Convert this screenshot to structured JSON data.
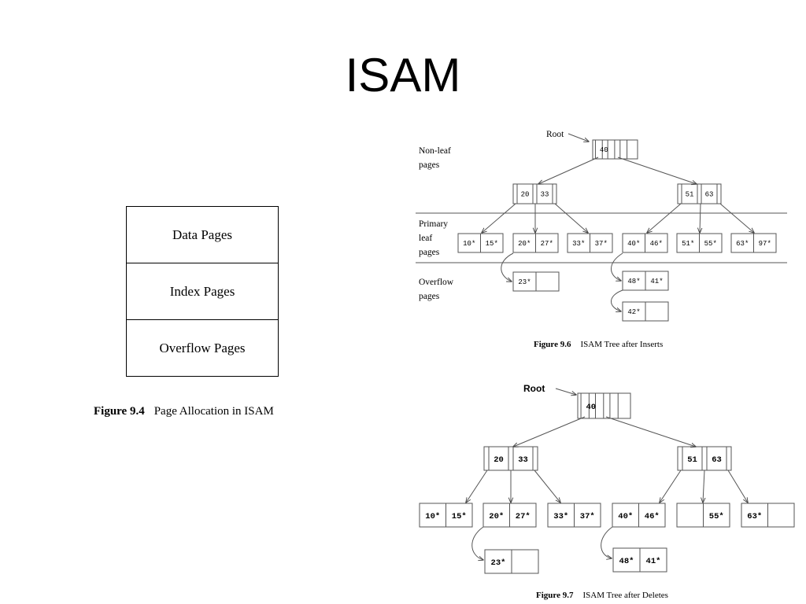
{
  "title": "ISAM",
  "allocation": {
    "rows": [
      "Data Pages",
      "Index Pages",
      "Overflow Pages"
    ],
    "caption_number": "Figure 9.4",
    "caption_text": "Page Allocation in ISAM"
  },
  "inserts": {
    "root_label": "Root",
    "root": [
      "40",
      "",
      ""
    ],
    "level1": [
      [
        "20",
        "33"
      ],
      [
        "51",
        "63"
      ]
    ],
    "leaves": [
      [
        "10*",
        "15*"
      ],
      [
        "20*",
        "27*"
      ],
      [
        "33*",
        "37*"
      ],
      [
        "40*",
        "46*"
      ],
      [
        "51*",
        "55*"
      ],
      [
        "63*",
        "97*"
      ]
    ],
    "overflow": [
      [
        "23*",
        ""
      ],
      [
        "48*",
        "41*"
      ],
      [
        "42*",
        ""
      ]
    ],
    "region_labels": {
      "nonleaf": [
        "Non-leaf",
        "pages"
      ],
      "primary": [
        "Primary",
        "leaf",
        "pages"
      ],
      "overflow": [
        "Overflow",
        "pages"
      ]
    },
    "caption_number": "Figure 9.6",
    "caption_text": "ISAM Tree after Inserts"
  },
  "deletes": {
    "root_label": "Root",
    "root": [
      "40",
      "",
      ""
    ],
    "level1": [
      [
        "20",
        "33"
      ],
      [
        "51",
        "63"
      ]
    ],
    "leaves": [
      [
        "10*",
        "15*"
      ],
      [
        "20*",
        "27*"
      ],
      [
        "33*",
        "37*"
      ],
      [
        "40*",
        "46*"
      ],
      [
        "",
        "55*"
      ],
      [
        "63*",
        ""
      ]
    ],
    "overflow": [
      [
        "23*",
        ""
      ],
      [
        "48*",
        "41*"
      ]
    ],
    "caption_number": "Figure 9.7",
    "caption_text": "ISAM Tree after Deletes"
  }
}
